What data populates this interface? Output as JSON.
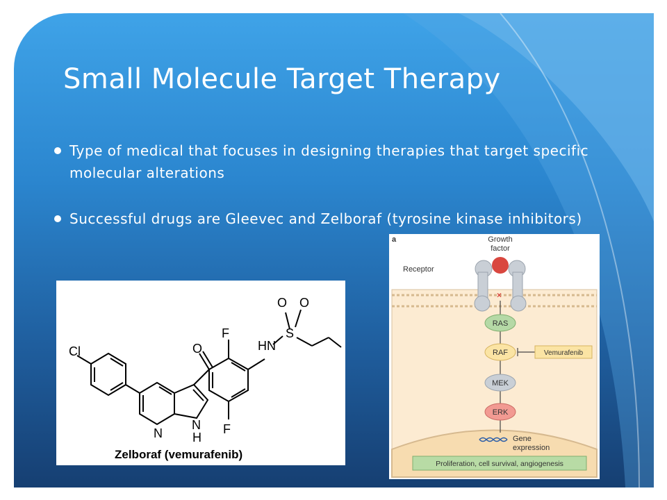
{
  "slide": {
    "title": "Small Molecule Target Therapy",
    "bullets": [
      "Type of medical that focuses in designing therapies that target specific molecular alterations",
      "Successful drugs are Gleevec and Zelboraf (tyrosine kinase inhibitors)"
    ]
  },
  "molecule_figure": {
    "atoms": {
      "cl": "Cl",
      "f_top": "F",
      "f_bottom": "F",
      "o_carbonyl": "O",
      "hn": "HN",
      "s": "S",
      "o_left": "O",
      "o_right": "O",
      "n_pyridine": "N",
      "n_pyrrole": "N",
      "h_pyrrole": "H"
    },
    "caption": "Zelboraf (vemurafenib)"
  },
  "pathway_figure": {
    "panel_label": "a",
    "growth_factor_line1": "Growth",
    "growth_factor_line2": "factor",
    "receptor_label": "Receptor",
    "blocked_mark": "×",
    "nodes": [
      "RAS",
      "RAF",
      "MEK",
      "ERK"
    ],
    "drug_label": "Vemurafenib",
    "gene_expression_line1": "Gene",
    "gene_expression_line2": "expression",
    "outcome": "Proliferation, cell survival, angiogenesis",
    "colors": {
      "cytoplasm": "#fcebd2",
      "nucleus": "#f7dcb0",
      "node_green": "#b5d9a6",
      "node_yellow": "#fbe4a4",
      "node_gray": "#c9cfd6",
      "node_red": "#f29a92",
      "ligand_red": "#d9473f",
      "outcome_bg": "#b8dba5"
    }
  }
}
